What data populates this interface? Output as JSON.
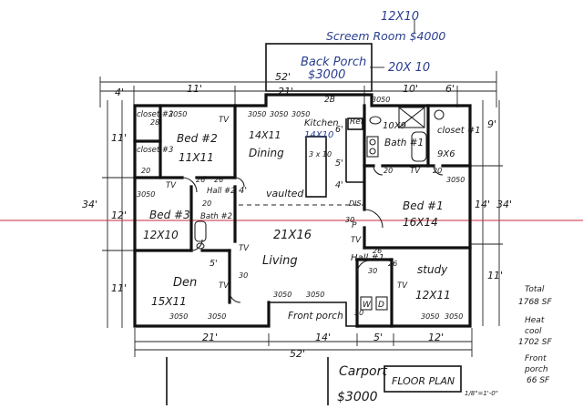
{
  "annotations": {
    "screen_room_size": "12X10",
    "screen_room_price": "Screem Room $4000",
    "back_porch_title": "Back Porch",
    "back_porch_price": "$3000",
    "back_porch_size": "20X 10",
    "carport_title": "Carport",
    "carport_price": "$3000",
    "floor_plan_label": "FLOOR PLAN",
    "scale": "1/8\"=1'-0\""
  },
  "dimensions": {
    "top": [
      "4'",
      "11'",
      "52'",
      "21'",
      "10'",
      "6'"
    ],
    "bottom": [
      "21'",
      "14'",
      "5'",
      "12'",
      "52'"
    ],
    "left": [
      "11'",
      "34'",
      "12'",
      "11'"
    ],
    "right": [
      "9'",
      "14'",
      "34'",
      "11'"
    ],
    "interior": [
      "4'",
      "6'",
      "4'",
      "5'",
      "5'"
    ],
    "door_widths": [
      "2B",
      "26",
      "20",
      "20",
      "20",
      "26",
      "30",
      "26",
      "30",
      "30",
      "20",
      "28",
      "26",
      "30"
    ]
  },
  "rooms": {
    "closet2": "closet #2",
    "closet3": "closet #3",
    "bed2": "Bed #2",
    "bed2_size": "11X11",
    "bed3": "Bed #3",
    "bed3_size": "12X10",
    "hall2": "Hall #2",
    "bath2": "Bath #2",
    "dining": "Dining",
    "dining_size": "14X11",
    "kitchen": "Kitchen",
    "kitchen_size": "14X10",
    "island": "3 x 10",
    "vaulted": "vaulted",
    "living": "Living",
    "living_size": "21X16",
    "den": "Den",
    "den_size": "15X11",
    "bath1": "Bath #1",
    "bath1_size": "10X9",
    "closet1": "closet #1",
    "closet1_size": "9X6",
    "bed1": "Bed #1",
    "bed1_size": "16X14",
    "hall1": "Hall #1",
    "study": "study",
    "study_size": "12X11",
    "front_porch": "Front porch",
    "ref": "Ref",
    "dis": "DIS",
    "p": "P",
    "w": "W",
    "d": "D"
  },
  "windows": [
    "3050",
    "3050",
    "3050",
    "3050",
    "3050",
    "3050",
    "3050",
    "3050",
    "3050",
    "3050",
    "3050",
    "3050",
    "3050"
  ],
  "tv_labels": [
    "TV",
    "TV",
    "TV",
    "TV",
    "TV",
    "TV",
    "TV"
  ],
  "totals": {
    "total": "Total",
    "total_sf": "1768 SF",
    "heat": "Heat",
    "cool": "cool",
    "heat_cool_sf": "1702 SF",
    "front": "Front",
    "porch": "porch",
    "porch_sf": "66 SF"
  }
}
